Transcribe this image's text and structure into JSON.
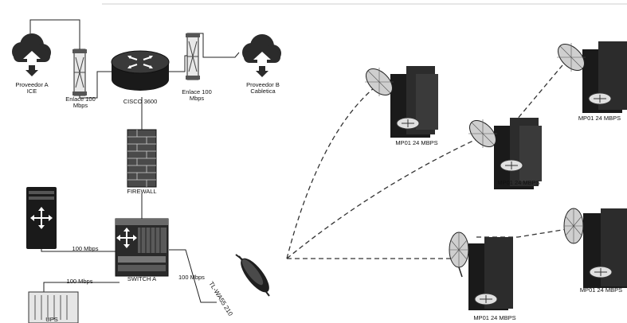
{
  "nodes": {
    "provider_a": {
      "line1": "Proveedor A",
      "line2": "ICE"
    },
    "provider_b": {
      "line1": "Proveedor B",
      "line2": "Cabletica"
    },
    "link_left": {
      "line1": "Enlace 100",
      "line2": "Mbps"
    },
    "link_right": {
      "line1": "Enlace 100",
      "line2": "Mbps"
    },
    "router": "CISCO 3600",
    "firewall": "FIREWALL",
    "switch": "SWITCH A",
    "antenna_main": "TL-WA55 210",
    "server_link": "100 Mbps",
    "ups_link": "100 Mbps",
    "antenna_link": "100 Mbps",
    "ups_label": "UPS",
    "remote_sites": [
      "MP01 24 MBPS",
      "MP01 24 MBPS",
      "MP01 24 MBPS",
      "MP01 24 MBPS",
      "MP01 24 MBPS"
    ]
  },
  "colors": {
    "line": "#222222",
    "dashed": "#333333",
    "device_dark": "#1a1a1a",
    "device_mid": "#555555",
    "cloud": "#2b2b2b"
  }
}
